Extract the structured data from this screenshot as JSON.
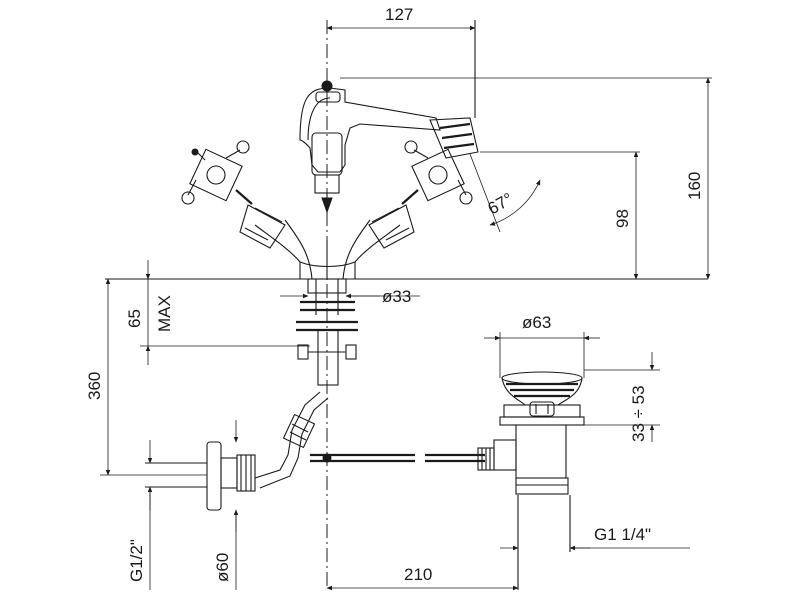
{
  "dimensions": {
    "d127": "127",
    "d160": "160",
    "d98": "98",
    "a67": "67°",
    "d65": "65",
    "max": "MAX",
    "d360": "360",
    "o33": "ø33",
    "o63": "ø63",
    "r3353": "33 ÷ 53",
    "g114": "G1  1/4\"",
    "g12": "G1/2\"",
    "o60": "ø60",
    "d210": "210"
  }
}
